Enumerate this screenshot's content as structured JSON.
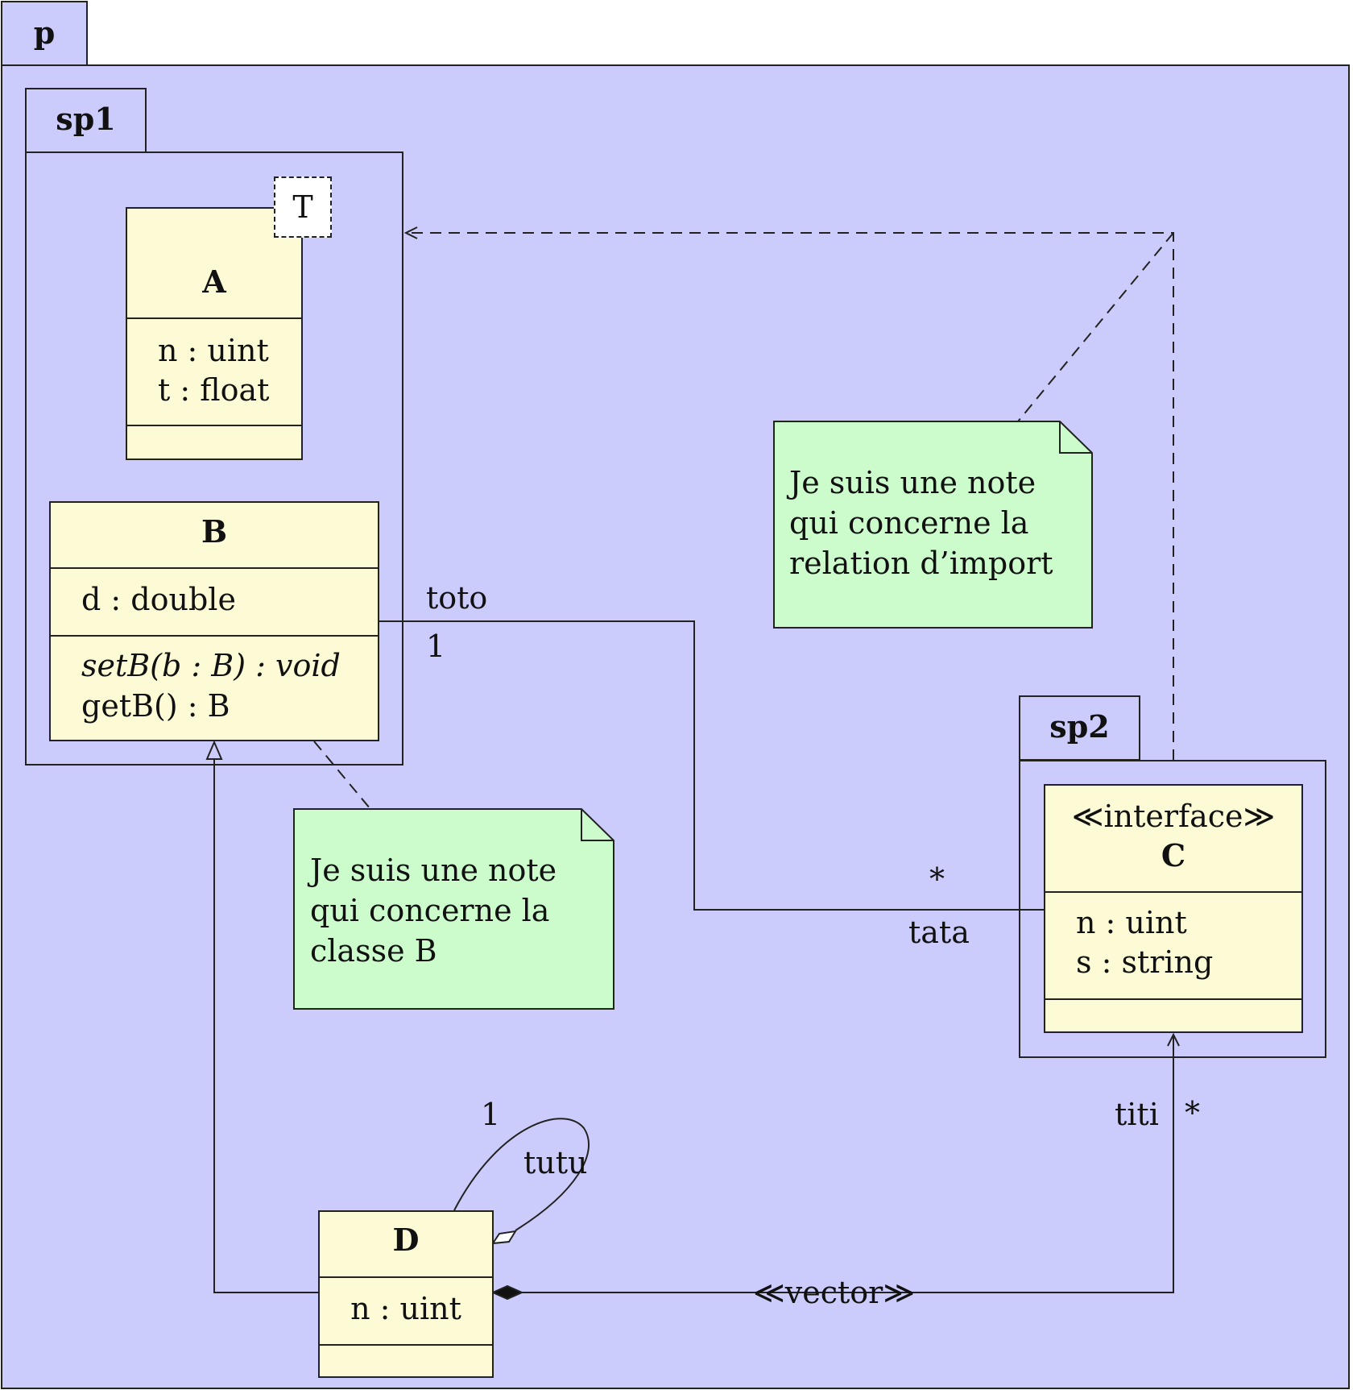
{
  "packages": {
    "p": {
      "name": "p"
    },
    "sp1": {
      "name": "sp1"
    },
    "sp2": {
      "name": "sp2"
    }
  },
  "classes": {
    "A": {
      "name": "A",
      "template_param": "T",
      "attributes": [
        "n : uint",
        "t : float"
      ]
    },
    "B": {
      "name": "B",
      "attributes": [
        "d : double"
      ],
      "operations": [
        "setB(b : B) : void",
        "getB() : B"
      ]
    },
    "C": {
      "stereotype": "≪interface≫",
      "name": "C",
      "attributes": [
        "n : uint",
        "s : string"
      ]
    },
    "D": {
      "name": "D",
      "attributes": [
        "n : uint"
      ]
    }
  },
  "notes": {
    "import": {
      "lines": [
        "Je suis une note",
        "qui concerne la",
        "relation d’import"
      ]
    },
    "classB": {
      "lines": [
        "Je suis une note",
        "qui concerne la",
        "classe B"
      ]
    }
  },
  "associations": {
    "b_c": {
      "role_b": "toto",
      "mult_b": "1",
      "role_c": "tata",
      "mult_c": "*"
    },
    "d_self": {
      "mult": "1",
      "role": "tutu"
    },
    "d_c": {
      "stereotype": "≪vector≫",
      "role": "titi",
      "mult": "*"
    }
  },
  "colors": {
    "package_fill": "#ccccfc",
    "class_fill": "#fdfbd6",
    "note_fill": "#ccfccc",
    "line": "#222222"
  }
}
